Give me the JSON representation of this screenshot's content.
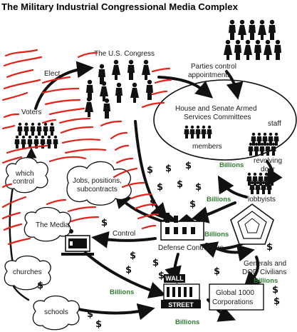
{
  "title": "The Military Industrial Congressional Media Complex",
  "labels": {
    "congress": "The U.S. Congress",
    "parties": "Parties control",
    "parties2": "appointments",
    "elect": "Elect",
    "voters": "Voters",
    "committee1": "House and Senate Armed",
    "committee2": "Services Committees",
    "staff": "staff",
    "members": "members",
    "revolving1": "revolving",
    "revolving2": "door",
    "which1": "which",
    "which2": "control",
    "jobs1": "Jobs, positions,",
    "jobs2": "subcontracts",
    "lobbyists": "lobbyists",
    "media": "The Media",
    "control": "Control",
    "defense": "Defense Contractors",
    "generals1": "Generals and",
    "generals2": "DOD Civilians",
    "churches": "churches",
    "schools": "schools",
    "wall": "WALL",
    "street": "STREET",
    "global1": "Global 1000",
    "global2": "Corporations"
  },
  "billions": {
    "b1": "Billions",
    "b2": "Billions",
    "b3": "Billions",
    "b4": "Billions",
    "b5": "Billions",
    "b6": "Billions"
  },
  "dollar_symbol": "$",
  "colors": {
    "billions": "#2e7d32",
    "scribble": "#e0241b",
    "ink": "#111111"
  }
}
